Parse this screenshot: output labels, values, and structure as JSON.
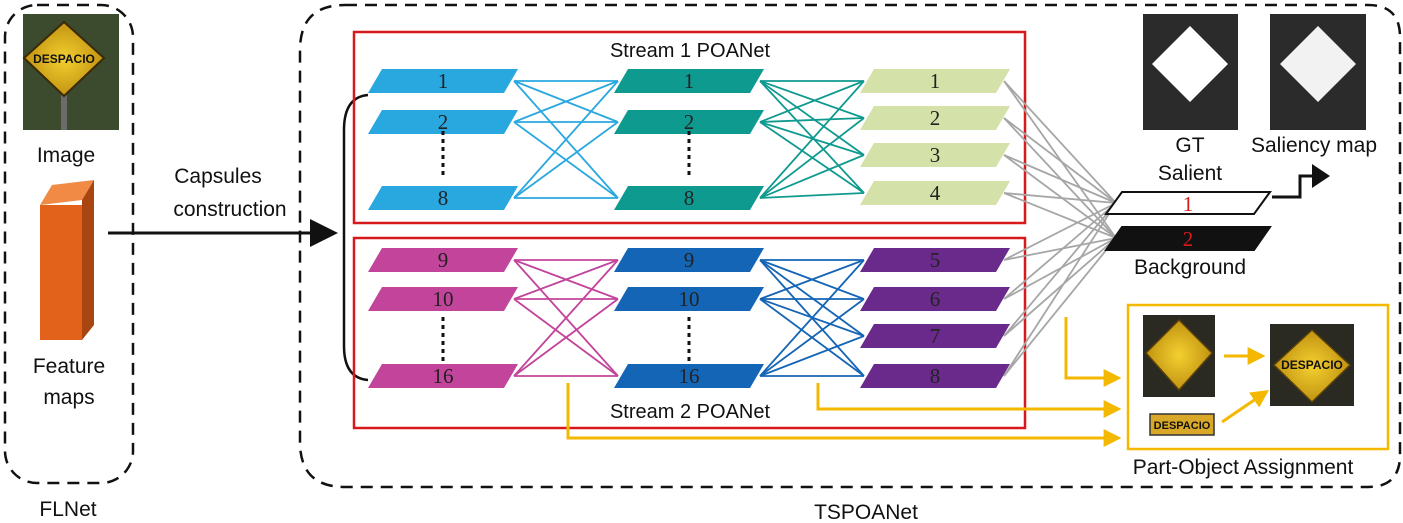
{
  "labels": {
    "image": "Image",
    "feature_maps_1": "Feature",
    "feature_maps_2": "maps",
    "flnet": "FLNet",
    "capsules_1": "Capsules",
    "capsules_2": "construction",
    "stream1": "Stream 1 POANet",
    "stream2": "Stream 2 POANet",
    "tspoanet": "TSPOANet",
    "gt": "GT",
    "saliency_map": "Saliency map",
    "salient": "Salient",
    "background": "Background",
    "part_object": "Part-Object Assignment",
    "sign_text": "DESPACIO",
    "sign_small_text": "DESPACIO",
    "sign_out_text": "DESPACIO",
    "salient_num": "1",
    "background_num": "2"
  },
  "stream1": {
    "col1": [
      "1",
      "2",
      "8"
    ],
    "col2": [
      "1",
      "2",
      "8"
    ],
    "col3": [
      "1",
      "2",
      "3",
      "4"
    ]
  },
  "stream2": {
    "col1": [
      "9",
      "10",
      "16"
    ],
    "col2": [
      "9",
      "10",
      "16"
    ],
    "col3": [
      "5",
      "6",
      "7",
      "8"
    ]
  },
  "colors": {
    "stream1_col1": "#29a8e0",
    "stream1_col2": "#0f9a90",
    "stream1_col3": "#d4e1a8",
    "stream2_col1": "#c2449b",
    "stream2_col2": "#1565b6",
    "stream2_col3": "#6a2a8c",
    "stream_box": "#d7191c",
    "assign_box": "#f5b800",
    "red_digit": "#d7191c",
    "link_gray": "#a6a6a6",
    "feature_orange": "#e2621b"
  }
}
